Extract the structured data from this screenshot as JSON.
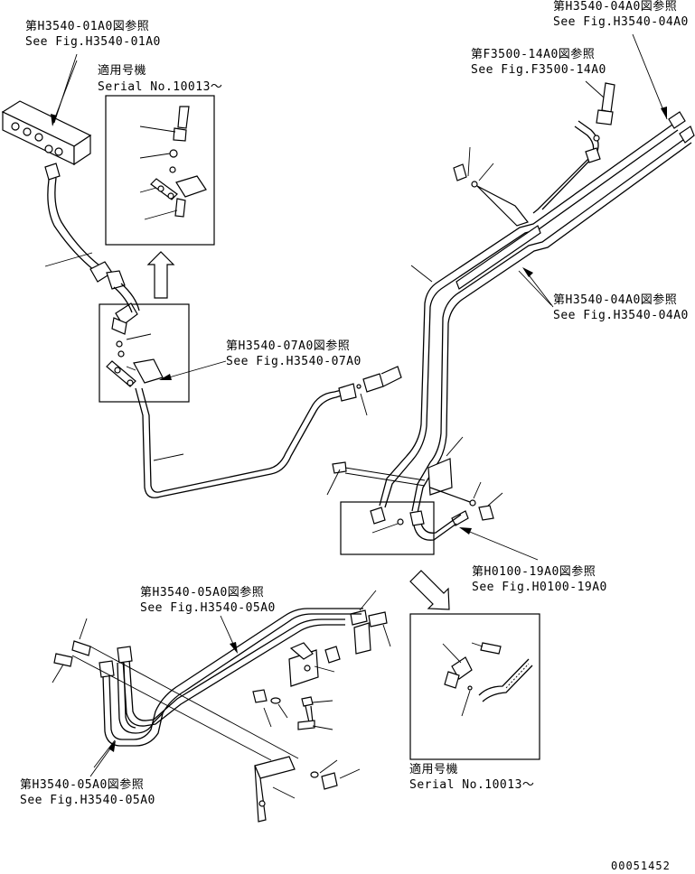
{
  "references": {
    "ref_01a0": {
      "jp": "第H3540-01A0図参照",
      "en": "See Fig.H3540-01A0"
    },
    "ref_04a0_top": {
      "jp": "第H3540-04A0図参照",
      "en": "See Fig.H3540-04A0"
    },
    "ref_f3500": {
      "jp": "第F3500-14A0図参照",
      "en": "See Fig.F3500-14A0"
    },
    "ref_04a0_mid": {
      "jp": "第H3540-04A0図参照",
      "en": "See Fig.H3540-04A0"
    },
    "ref_07a0": {
      "jp": "第H3540-07A0図参照",
      "en": "See Fig.H3540-07A0"
    },
    "ref_h0100": {
      "jp": "第H0100-19A0図参照",
      "en": "See Fig.H0100-19A0"
    },
    "ref_05a0_top": {
      "jp": "第H3540-05A0図参照",
      "en": "See Fig.H3540-05A0"
    },
    "ref_05a0_bottom": {
      "jp": "第H3540-05A0図参照",
      "en": "See Fig.H3540-05A0"
    }
  },
  "serial_notes": {
    "upper": {
      "jp": "適用号機",
      "en": "Serial No.10013～"
    },
    "lower": {
      "jp": "適用号機",
      "en": "Serial No.10013～"
    }
  },
  "drawing_number": "00051452"
}
